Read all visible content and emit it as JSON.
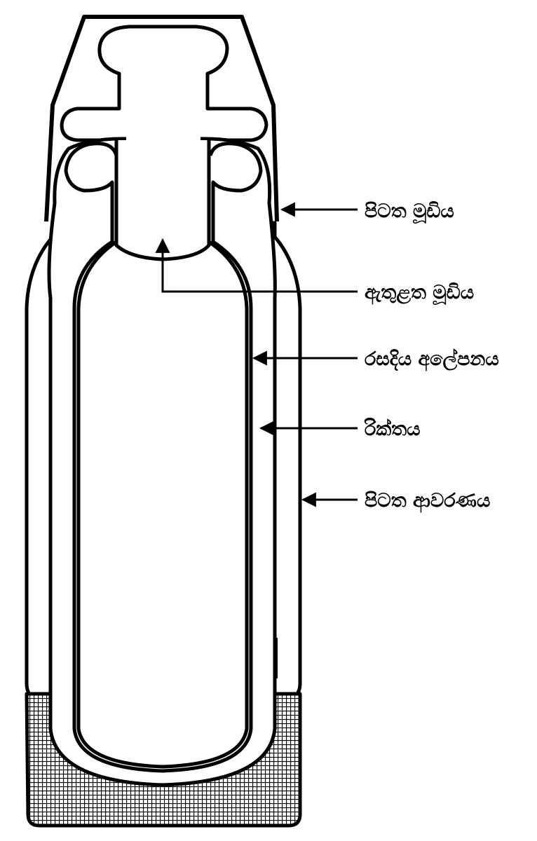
{
  "labels": {
    "outer_cap": "පිටත මූඩිය",
    "inner_cap": "ඇතුළත මූඩිය",
    "silver_coating": "රසදිය අලේපනය",
    "vacuum": "රික්තය",
    "outer_casing": "පිටත ආවරණය"
  },
  "colors": {
    "stroke": "#000000",
    "background": "#ffffff"
  }
}
